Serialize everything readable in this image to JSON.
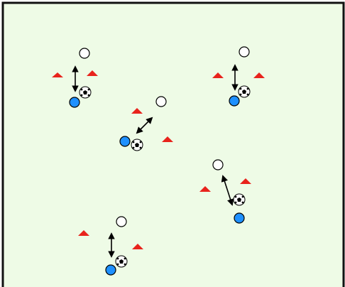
{
  "diagram": {
    "type": "soccer-drill",
    "colors": {
      "field": "#eefbe6",
      "border": "#111111",
      "cone": "#e8231c",
      "player_white": "#ffffff",
      "player_blue": "#1e90ff",
      "arrow": "#000000",
      "ball": "#ffffff"
    },
    "legend": [],
    "groups": [
      {
        "name": "group-top-left",
        "players": [
          "white-player",
          "blue-player"
        ],
        "cones": 2,
        "ball": true
      },
      {
        "name": "group-center",
        "players": [
          "white-player",
          "blue-player"
        ],
        "cones": 2,
        "ball": true
      },
      {
        "name": "group-top-right",
        "players": [
          "white-player",
          "blue-player"
        ],
        "cones": 2,
        "ball": true
      },
      {
        "name": "group-mid-right",
        "players": [
          "white-player",
          "blue-player"
        ],
        "cones": 2,
        "ball": true
      },
      {
        "name": "group-bottom-left",
        "players": [
          "white-player",
          "blue-player"
        ],
        "cones": 2,
        "ball": true
      }
    ]
  }
}
